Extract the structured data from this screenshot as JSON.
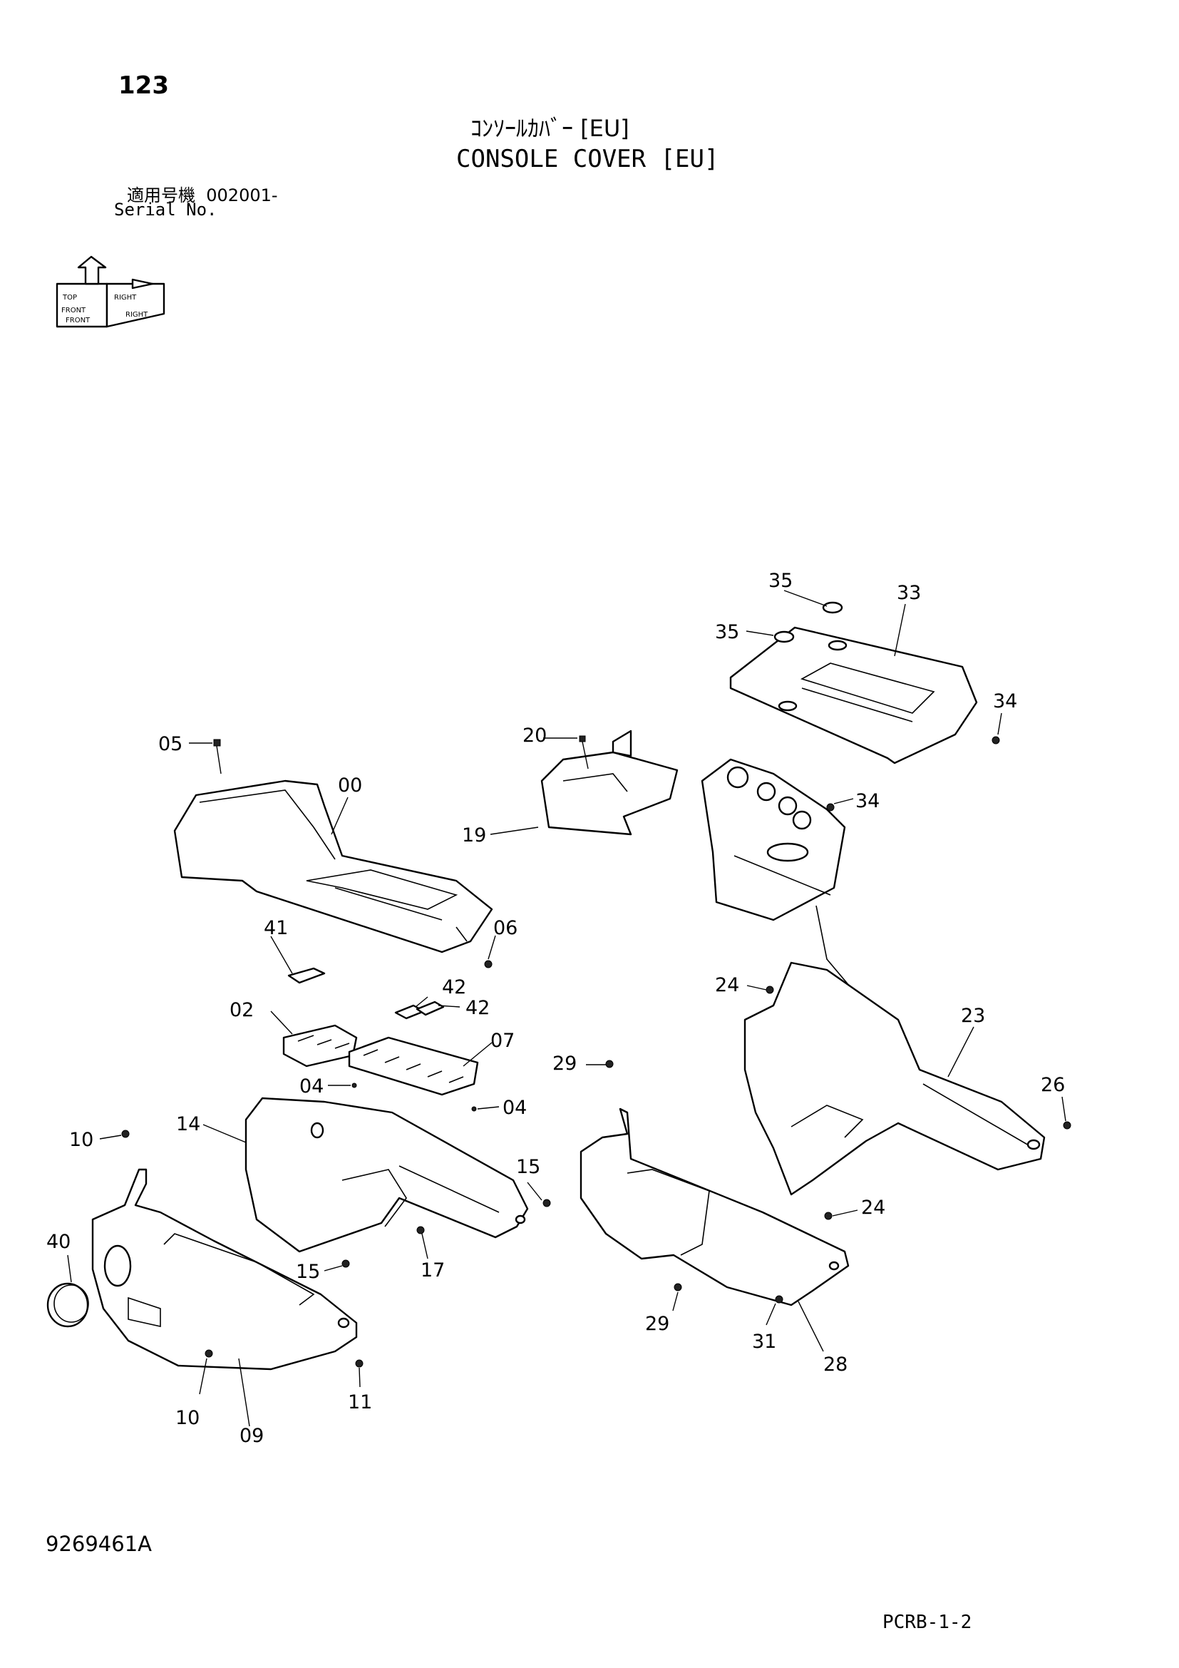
{
  "header": {
    "page_number": "123",
    "title_jp": "ｺﾝｿｰﾙｶﾊﾞｰ [EU]",
    "title_en": "CONSOLE COVER [EU]",
    "serial_label_jp": "適用号機",
    "serial_value": "002001-",
    "serial_label_en": "Serial No."
  },
  "orientation_icon": {
    "labels": [
      "TOP",
      "FRONT",
      "RIGHT",
      "FRONT",
      "RIGHT"
    ]
  },
  "callouts": {
    "c00": "00",
    "c02": "02",
    "c04a": "04",
    "c04b": "04",
    "c05": "05",
    "c06": "06",
    "c07": "07",
    "c09": "09",
    "c10a": "10",
    "c10b": "10",
    "c11": "11",
    "c14": "14",
    "c15a": "15",
    "c15b": "15",
    "c17": "17",
    "c19": "19",
    "c20": "20",
    "c23": "23",
    "c24a": "24",
    "c24b": "24",
    "c26": "26",
    "c28": "28",
    "c29a": "29",
    "c29b": "29",
    "c31": "31",
    "c33": "33",
    "c34a": "34",
    "c34b": "34",
    "c35a": "35",
    "c35b": "35",
    "c40": "40",
    "c41": "41",
    "c42a": "42",
    "c42b": "42"
  },
  "footer": {
    "doc_number": "9269461A",
    "sheet_code": "PCRB-1-2"
  }
}
